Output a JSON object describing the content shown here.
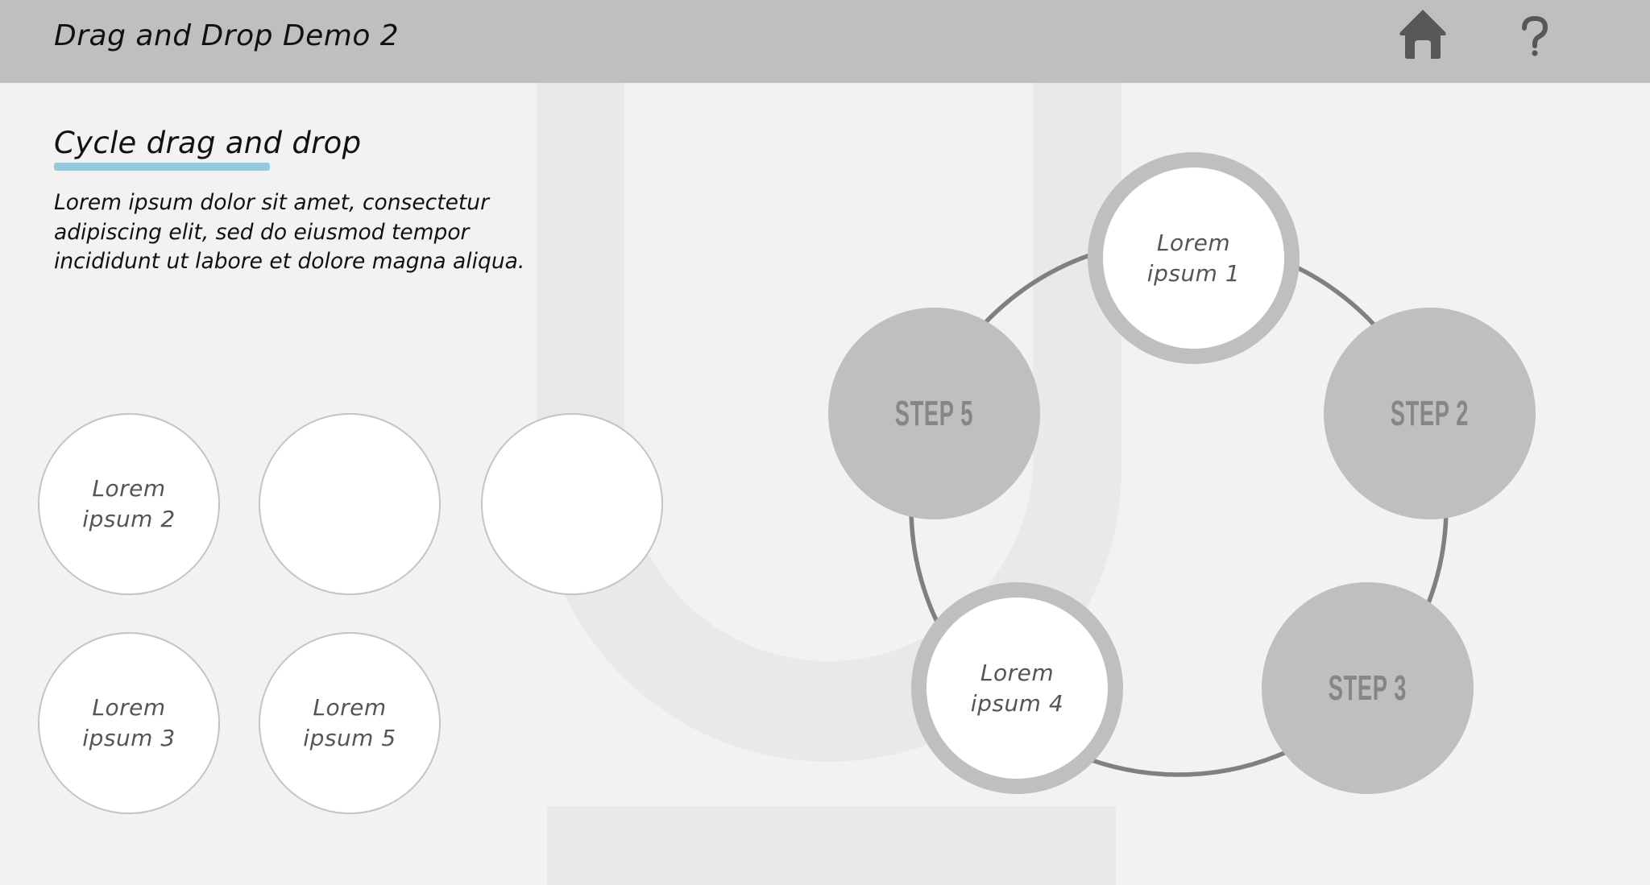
{
  "header": {
    "title": "Drag and Drop Demo 2",
    "home_icon": "home-icon",
    "help_icon": "question-mark-icon"
  },
  "intro": {
    "title": "Cycle drag and drop",
    "description": "Lorem ipsum dolor sit amet, consectetur adipiscing elit, sed do eiusmod tempor incididunt ut labore et dolore magna aliqua."
  },
  "colors": {
    "header_bg": "#bfbfbf",
    "page_bg": "#f2f2f2",
    "accent_underline": "#92cadb",
    "node_fill": "#bfbfbf",
    "step_text": "#868686",
    "cycle_line": "#808080"
  },
  "drag_items": [
    {
      "label": "Lorem ipsum 2",
      "line1": "Lorem",
      "line2": "ipsum 2"
    },
    {
      "label": "",
      "line1": "",
      "line2": ""
    },
    {
      "label": "",
      "line1": "",
      "line2": ""
    },
    {
      "label": "Lorem ipsum 3",
      "line1": "Lorem",
      "line2": "ipsum 3"
    },
    {
      "label": "Lorem ipsum 5",
      "line1": "Lorem",
      "line2": "ipsum 5"
    }
  ],
  "cycle": {
    "slot_1": {
      "line1": "Lorem",
      "line2": "ipsum 1"
    },
    "step_2": "STEP 2",
    "step_3": "STEP 3",
    "slot_4": {
      "line1": "Lorem",
      "line2": "ipsum 4"
    },
    "step_5": "STEP 5"
  }
}
